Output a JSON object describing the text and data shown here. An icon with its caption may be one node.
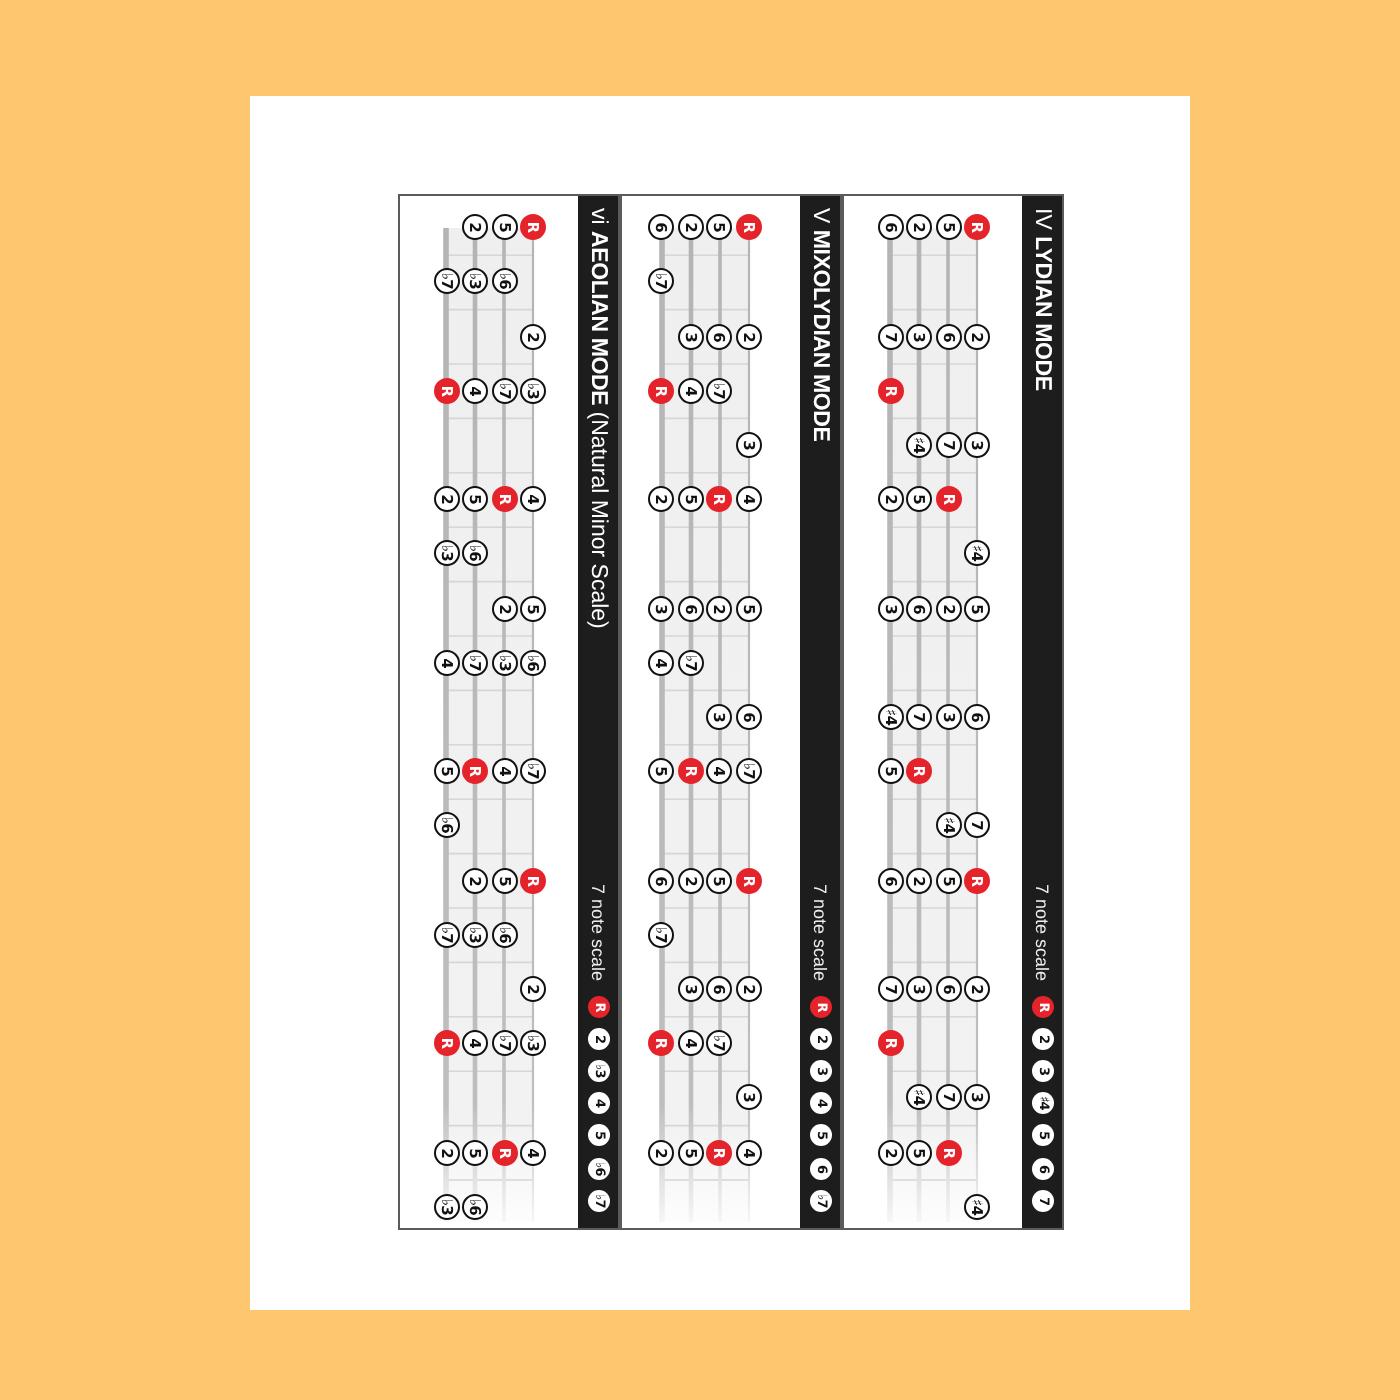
{
  "diagram": {
    "nodes": [
      {
        "text": [
          "IV **LYDIAN MODE**",
          "7 note scale"
        ]
      },
      {
        "text": [
          "6"
        ],
        "in": 0
      },
      {
        "text": [
          "2"
        ],
        "in": 0
      },
      {
        "text": [
          "5"
        ],
        "in": 0
      },
      {
        "text": [
          "R"
        ],
        "in": 0
      },
      {
        "text": [
          "7"
        ],
        "in": 0
      },
      {
        "text": [
          "3"
        ],
        "in": 0
      },
      {
        "text": [
          "6"
        ],
        "in": 0
      },
      {
        "text": [
          "2"
        ],
        "in": 0
      },
      {
        "text": [
          "R"
        ],
        "in": 0
      },
      {
        "text": [
          "♯4"
        ],
        "in": 0
      },
      {
        "text": [
          "7"
        ],
        "in": 0
      },
      {
        "text": [
          "3"
        ],
        "in": 0
      },
      {
        "text": [
          "2"
        ],
        "in": 0
      },
      {
        "text": [
          "5"
        ],
        "in": 0
      },
      {
        "text": [
          "R"
        ],
        "in": 0
      },
      {
        "text": [
          "♯4"
        ],
        "in": 0
      },
      {
        "text": [
          "3"
        ],
        "in": 0
      },
      {
        "text": [
          "6"
        ],
        "in": 0
      },
      {
        "text": [
          "2"
        ],
        "in": 0
      },
      {
        "text": [
          "5"
        ],
        "in": 0
      },
      {
        "text": [
          "♯4"
        ],
        "in": 0
      },
      {
        "text": [
          "7"
        ],
        "in": 0
      },
      {
        "text": [
          "3"
        ],
        "in": 0
      },
      {
        "text": [
          "6"
        ],
        "in": 0
      },
      {
        "text": [
          "5"
        ],
        "in": 0
      },
      {
        "text": [
          "R"
        ],
        "in": 0
      },
      {
        "text": [
          "♯4"
        ],
        "in": 0
      },
      {
        "text": [
          "7"
        ],
        "in": 0
      },
      {
        "text": [
          "6"
        ],
        "in": 0
      },
      {
        "text": [
          "2"
        ],
        "in": 0
      },
      {
        "text": [
          "5"
        ],
        "in": 0
      },
      {
        "text": [
          "R"
        ],
        "in": 0
      },
      {
        "text": [
          "7"
        ],
        "in": 0
      },
      {
        "text": [
          "3"
        ],
        "in": 0
      },
      {
        "text": [
          "6"
        ],
        "in": 0
      },
      {
        "text": [
          "2"
        ],
        "in": 0
      },
      {
        "text": [
          "R"
        ],
        "in": 0
      },
      {
        "text": [
          "♯4"
        ],
        "in": 0
      },
      {
        "text": [
          "7"
        ],
        "in": 0
      },
      {
        "text": [
          "3"
        ],
        "in": 0
      },
      {
        "text": [
          "2"
        ],
        "in": 0
      },
      {
        "text": [
          "5"
        ],
        "in": 0
      },
      {
        "text": [
          "R"
        ],
        "in": 0
      },
      {
        "text": [
          "♯4"
        ],
        "in": 0
      },
      {
        "text": [
          "R"
        ],
        "in": 0
      },
      {
        "text": [
          "2"
        ],
        "in": 0
      },
      {
        "text": [
          "3"
        ],
        "in": 0
      },
      {
        "text": [
          "♯4"
        ],
        "in": 0
      },
      {
        "text": [
          "5"
        ],
        "in": 0
      },
      {
        "text": [
          "6"
        ],
        "in": 0
      },
      {
        "text": [
          "7"
        ],
        "in": 0
      },
      {
        "text": [
          "V **MIXOLYDIAN MODE**",
          "7 note scale"
        ]
      },
      {
        "text": [
          "6"
        ],
        "in": 52
      },
      {
        "text": [
          "2"
        ],
        "in": 52
      },
      {
        "text": [
          "5"
        ],
        "in": 52
      },
      {
        "text": [
          "R"
        ],
        "in": 52
      },
      {
        "text": [
          "♭7"
        ],
        "in": 52
      },
      {
        "text": [
          "3"
        ],
        "in": 52
      },
      {
        "text": [
          "6"
        ],
        "in": 52
      },
      {
        "text": [
          "2"
        ],
        "in": 52
      },
      {
        "text": [
          "R"
        ],
        "in": 52
      },
      {
        "text": [
          "4"
        ],
        "in": 52
      },
      {
        "text": [
          "♭7"
        ],
        "in": 52
      },
      {
        "text": [
          "3"
        ],
        "in": 52
      },
      {
        "text": [
          "2"
        ],
        "in": 52
      },
      {
        "text": [
          "5"
        ],
        "in": 52
      },
      {
        "text": [
          "R"
        ],
        "in": 52
      },
      {
        "text": [
          "4"
        ],
        "in": 52
      },
      {
        "text": [
          "3"
        ],
        "in": 52
      },
      {
        "text": [
          "6"
        ],
        "in": 52
      },
      {
        "text": [
          "2"
        ],
        "in": 52
      },
      {
        "text": [
          "5"
        ],
        "in": 52
      },
      {
        "text": [
          "4"
        ],
        "in": 52
      },
      {
        "text": [
          "♭7"
        ],
        "in": 52
      },
      {
        "text": [
          "3"
        ],
        "in": 52
      },
      {
        "text": [
          "6"
        ],
        "in": 52
      },
      {
        "text": [
          "5"
        ],
        "in": 52
      },
      {
        "text": [
          "R"
        ],
        "in": 52
      },
      {
        "text": [
          "4"
        ],
        "in": 52
      },
      {
        "text": [
          "♭7"
        ],
        "in": 52
      },
      {
        "text": [
          "6"
        ],
        "in": 52
      },
      {
        "text": [
          "2"
        ],
        "in": 52
      },
      {
        "text": [
          "5"
        ],
        "in": 52
      },
      {
        "text": [
          "R"
        ],
        "in": 52
      },
      {
        "text": [
          "♭7"
        ],
        "in": 52
      },
      {
        "text": [
          "3"
        ],
        "in": 52
      },
      {
        "text": [
          "6"
        ],
        "in": 52
      },
      {
        "text": [
          "2"
        ],
        "in": 52
      },
      {
        "text": [
          "R"
        ],
        "in": 52
      },
      {
        "text": [
          "4"
        ],
        "in": 52
      },
      {
        "text": [
          "♭7"
        ],
        "in": 52
      },
      {
        "text": [
          "3"
        ],
        "in": 52
      },
      {
        "text": [
          "2"
        ],
        "in": 52
      },
      {
        "text": [
          "5"
        ],
        "in": 52
      },
      {
        "text": [
          "R"
        ],
        "in": 52
      },
      {
        "text": [
          "4"
        ],
        "in": 52
      },
      {
        "text": [
          "R"
        ],
        "in": 52
      },
      {
        "text": [
          "2"
        ],
        "in": 52
      },
      {
        "text": [
          "3"
        ],
        "in": 52
      },
      {
        "text": [
          "4"
        ],
        "in": 52
      },
      {
        "text": [
          "5"
        ],
        "in": 52
      },
      {
        "text": [
          "6"
        ],
        "in": 52
      },
      {
        "text": [
          "♭7"
        ],
        "in": 52
      },
      {
        "text": [
          "vi **AEOLIAN MODE** (Natural Minor Scale)",
          "7 note scale"
        ]
      },
      {
        "text": [
          "2"
        ],
        "in": 104
      },
      {
        "text": [
          "5"
        ],
        "in": 104
      },
      {
        "text": [
          "R"
        ],
        "in": 104
      },
      {
        "text": [
          "♭7"
        ],
        "in": 104
      },
      {
        "text": [
          "♭3"
        ],
        "in": 104
      },
      {
        "text": [
          "♭6"
        ],
        "in": 104
      },
      {
        "text": [
          "2"
        ],
        "in": 104
      },
      {
        "text": [
          "R"
        ],
        "in": 104
      },
      {
        "text": [
          "4"
        ],
        "in": 104
      },
      {
        "text": [
          "♭7"
        ],
        "in": 104
      },
      {
        "text": [
          "♭3"
        ],
        "in": 104
      },
      {
        "text": [
          "2"
        ],
        "in": 104
      },
      {
        "text": [
          "5"
        ],
        "in": 104
      },
      {
        "text": [
          "R"
        ],
        "in": 104
      },
      {
        "text": [
          "4"
        ],
        "in": 104
      },
      {
        "text": [
          "♭3"
        ],
        "in": 104
      },
      {
        "text": [
          "♭6"
        ],
        "in": 104
      },
      {
        "text": [
          "2"
        ],
        "in": 104
      },
      {
        "text": [
          "5"
        ],
        "in": 104
      },
      {
        "text": [
          "4"
        ],
        "in": 104
      },
      {
        "text": [
          "♭7"
        ],
        "in": 104
      },
      {
        "text": [
          "♭3"
        ],
        "in": 104
      },
      {
        "text": [
          "♭6"
        ],
        "in": 104
      },
      {
        "text": [
          "5"
        ],
        "in": 104
      },
      {
        "text": [
          "R"
        ],
        "in": 104
      },
      {
        "text": [
          "4"
        ],
        "in": 104
      },
      {
        "text": [
          "♭7"
        ],
        "in": 104
      },
      {
        "text": [
          "♭6"
        ],
        "in": 104
      },
      {
        "text": [
          "2"
        ],
        "in": 104
      },
      {
        "text": [
          "5"
        ],
        "in": 104
      },
      {
        "text": [
          "R"
        ],
        "in": 104
      },
      {
        "text": [
          "♭7"
        ],
        "in": 104
      },
      {
        "text": [
          "♭3"
        ],
        "in": 104
      },
      {
        "text": [
          "♭6"
        ],
        "in": 104
      },
      {
        "text": [
          "2"
        ],
        "in": 104
      },
      {
        "text": [
          "R"
        ],
        "in": 104
      },
      {
        "text": [
          "4"
        ],
        "in": 104
      },
      {
        "text": [
          "♭7"
        ],
        "in": 104
      },
      {
        "text": [
          "♭3"
        ],
        "in": 104
      },
      {
        "text": [
          "2"
        ],
        "in": 104
      },
      {
        "text": [
          "5"
        ],
        "in": 104
      },
      {
        "text": [
          "R"
        ],
        "in": 104
      },
      {
        "text": [
          "4"
        ],
        "in": 104
      },
      {
        "text": [
          "♭3"
        ],
        "in": 104
      },
      {
        "text": [
          "♭6"
        ],
        "in": 104
      },
      {
        "text": [
          "R"
        ],
        "in": 104
      },
      {
        "text": [
          "2"
        ],
        "in": 104
      },
      {
        "text": [
          "♭3"
        ],
        "in": 104
      },
      {
        "text": [
          "4"
        ],
        "in": 104
      },
      {
        "text": [
          "5"
        ],
        "in": 104
      },
      {
        "text": [
          "♭6"
        ],
        "in": 104
      },
      {
        "text": [
          "♭7"
        ],
        "in": 104
      }
    ]
  }
}
